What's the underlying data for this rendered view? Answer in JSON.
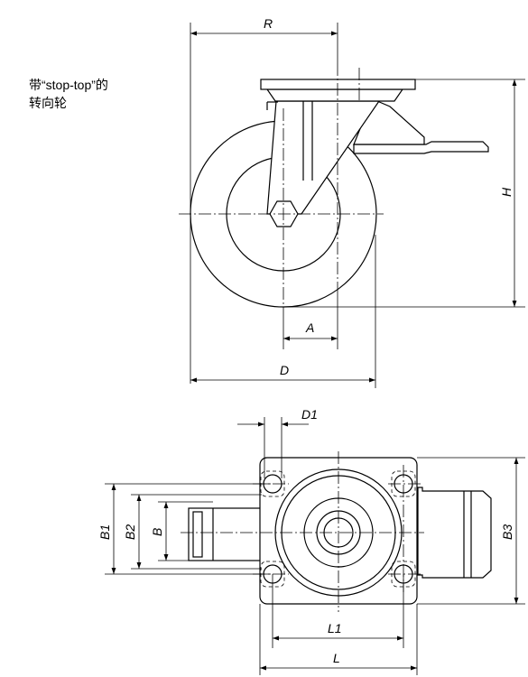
{
  "caption": {
    "line1": "带“stop-top”的",
    "line2": "转向轮"
  },
  "dimensions": {
    "R": "R",
    "H": "H",
    "A": "A",
    "D": "D",
    "D1": "D1",
    "B1": "B1",
    "B2": "B2",
    "B": "B",
    "B3": "B3",
    "L1": "L1",
    "L": "L"
  },
  "colors": {
    "line": "#000000",
    "background": "#ffffff"
  }
}
